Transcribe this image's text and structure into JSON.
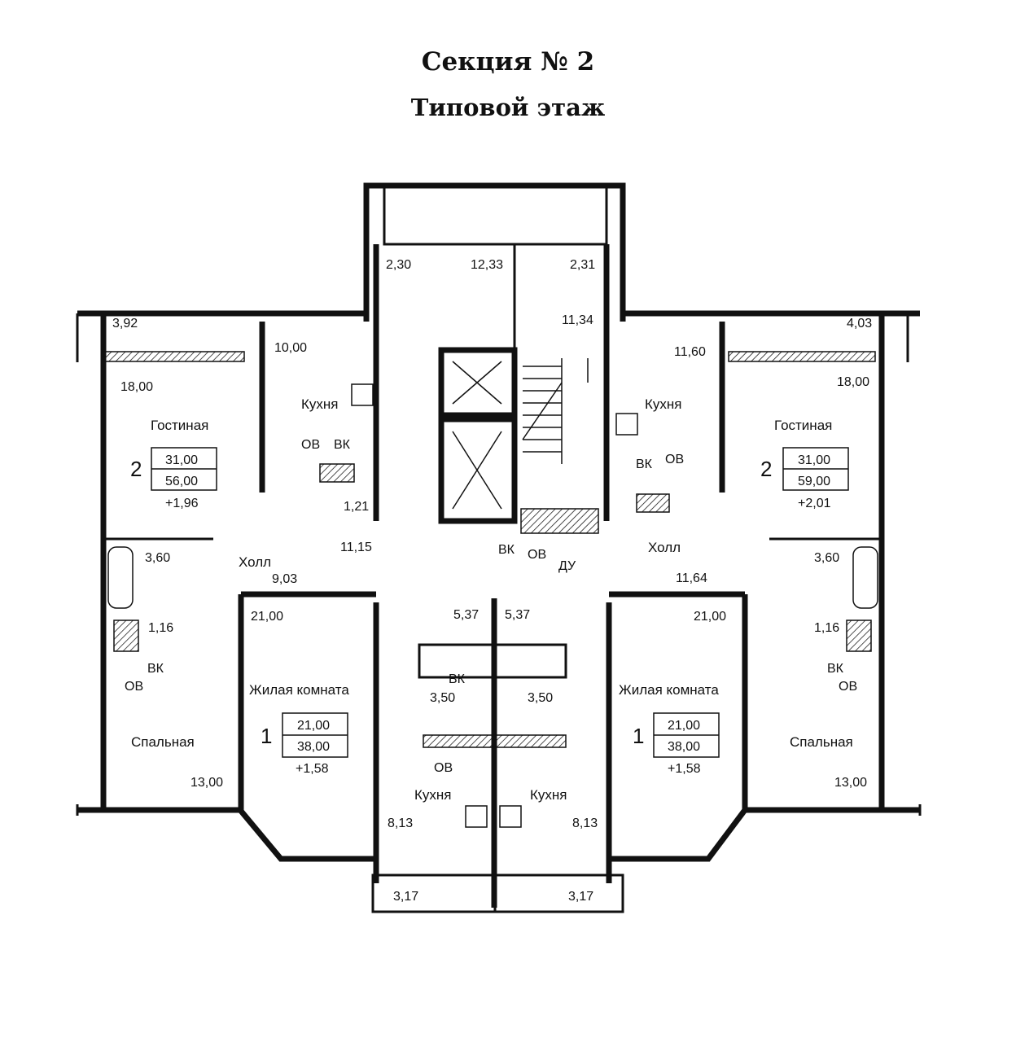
{
  "title": "Секция № 2",
  "subtitle": "Типовой этаж",
  "areas": [
    {
      "id": "a230",
      "text": "2,30"
    },
    {
      "id": "a1233",
      "text": "12,33"
    },
    {
      "id": "a231",
      "text": "2,31"
    },
    {
      "id": "a1134",
      "text": "11,34"
    },
    {
      "id": "a392",
      "text": "3,92"
    },
    {
      "id": "a403",
      "text": "4,03"
    },
    {
      "id": "a1000",
      "text": "10,00"
    },
    {
      "id": "a1160",
      "text": "11,60"
    },
    {
      "id": "a1800l",
      "text": "18,00"
    },
    {
      "id": "a1800r",
      "text": "18,00"
    },
    {
      "id": "a121",
      "text": "1,21"
    },
    {
      "id": "a1115",
      "text": "11,15"
    },
    {
      "id": "a360l",
      "text": "3,60"
    },
    {
      "id": "a360r",
      "text": "3,60"
    },
    {
      "id": "a903",
      "text": "9,03"
    },
    {
      "id": "a1164",
      "text": "11,64"
    },
    {
      "id": "a2100l",
      "text": "21,00"
    },
    {
      "id": "a2100r",
      "text": "21,00"
    },
    {
      "id": "a537l",
      "text": "5,37"
    },
    {
      "id": "a537r",
      "text": "5,37"
    },
    {
      "id": "a116l",
      "text": "1,16"
    },
    {
      "id": "a116r",
      "text": "1,16"
    },
    {
      "id": "a350l",
      "text": "3,50"
    },
    {
      "id": "a350r",
      "text": "3,50"
    },
    {
      "id": "a1300l",
      "text": "13,00"
    },
    {
      "id": "a1300r",
      "text": "13,00"
    },
    {
      "id": "a813l",
      "text": "8,13"
    },
    {
      "id": "a813r",
      "text": "8,13"
    },
    {
      "id": "a317l",
      "text": "3,17"
    },
    {
      "id": "a317r",
      "text": "3,17"
    }
  ],
  "rooms": {
    "kitchen_tl": "Кухня",
    "kitchen_tr": "Кухня",
    "kitchen_bl": "Кухня",
    "kitchen_br": "Кухня",
    "living_l": "Гостиная",
    "living_r": "Гостиная",
    "hall_l": "Холл",
    "hall_r": "Холл",
    "room_l": "Жилая комната",
    "room_r": "Жилая комната",
    "bedroom_l": "Спальная",
    "bedroom_r": "Спальная"
  },
  "shafts": {
    "ov_tl": "ОВ",
    "vk_tl": "ВК",
    "vk_tr": "ВК",
    "ov_tr": "ОВ",
    "vk_c": "ВК",
    "ov_c": "ОВ",
    "du_c": "ДУ",
    "vk_l": "ВК",
    "ov_l": "ОВ",
    "vk_r": "ВК",
    "ov_r": "ОВ",
    "vk_m": "ВК",
    "ov_m": "ОВ"
  },
  "apartments": [
    {
      "id": "apt_tl",
      "rooms": "2",
      "living": "31,00",
      "total": "56,00",
      "extra": "+1,96"
    },
    {
      "id": "apt_tr",
      "rooms": "2",
      "living": "31,00",
      "total": "59,00",
      "extra": "+2,01"
    },
    {
      "id": "apt_bl",
      "rooms": "1",
      "living": "21,00",
      "total": "38,00",
      "extra": "+1,58"
    },
    {
      "id": "apt_br",
      "rooms": "1",
      "living": "21,00",
      "total": "38,00",
      "extra": "+1,58"
    }
  ]
}
